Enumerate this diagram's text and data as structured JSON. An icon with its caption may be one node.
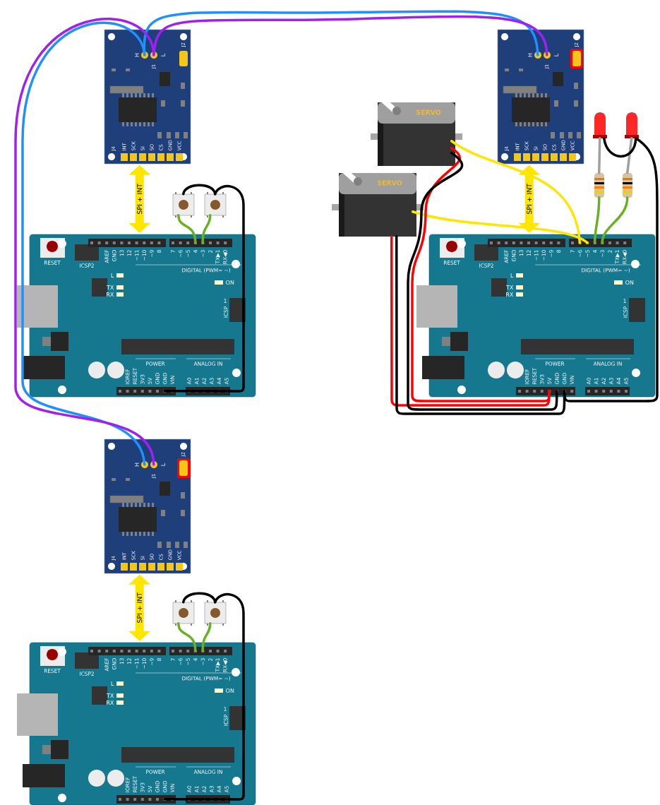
{
  "diagram": {
    "nodes": [
      {
        "text": [
          "H",
          "L",
          "J1",
          "J2",
          "J4",
          "INT",
          "SCK",
          "SI",
          "SO",
          "CS",
          "GND",
          "VCC"
        ]
      },
      {
        "text": [
          "H",
          "L",
          "J1",
          "J2",
          "J4",
          "INT",
          "SCK",
          "SI",
          "SO",
          "CS",
          "GND",
          "VCC"
        ]
      },
      {
        "text": [
          "SERVO"
        ]
      },
      {
        "text": [],
        "shape": "led"
      },
      {
        "text": [],
        "shape": "led"
      },
      {
        "text": [
          "SERVO"
        ]
      },
      {
        "text": [],
        "shape": "button"
      },
      {
        "text": [],
        "shape": "button"
      },
      {
        "text": [],
        "shape": "resistor"
      },
      {
        "text": [],
        "shape": "resistor"
      },
      {
        "text": [
          "RESET",
          "ICSP2",
          "AREF",
          "GND",
          "13",
          "12",
          "~11",
          "~10",
          "~9",
          "8",
          "7",
          "~6",
          "~5",
          "4",
          "~3",
          "2",
          "TX▶1",
          "RX◀0",
          "DIGITAL (PWM= ~)",
          "L",
          "TX",
          "RX",
          "ON",
          "1",
          "ICSP",
          "POWER",
          "ANALOG IN",
          "IOREF",
          "RESET",
          "3V3",
          "5V",
          "GND",
          "GND",
          "VIN",
          "A0",
          "A1",
          "A2",
          "A3",
          "A4",
          "A5"
        ]
      },
      {
        "text": [
          "RESET",
          "ICSP2",
          "AREF",
          "GND",
          "13",
          "12",
          "~11",
          "~10",
          "~9",
          "8",
          "7",
          "~6",
          "~5",
          "4",
          "~3",
          "2",
          "TX▶1",
          "RX◀0",
          "DIGITAL (PWM= ~)",
          "L",
          "TX",
          "RX",
          "ON",
          "1",
          "ICSP",
          "POWER",
          "ANALOG IN",
          "IOREF",
          "RESET",
          "3V3",
          "5V",
          "GND",
          "GND",
          "VIN",
          "A0",
          "A1",
          "A2",
          "A3",
          "A4",
          "A5"
        ]
      },
      {
        "text": [
          "H",
          "L",
          "J1",
          "J2",
          "J4",
          "INT",
          "SCK",
          "SI",
          "SO",
          "CS",
          "GND",
          "VCC"
        ]
      },
      {
        "text": [],
        "shape": "button"
      },
      {
        "text": [],
        "shape": "button"
      },
      {
        "text": [
          "RESET",
          "ICSP2",
          "AREF",
          "GND",
          "13",
          "12",
          "~11",
          "~10",
          "~9",
          "8",
          "7",
          "~6",
          "~5",
          "4",
          "~3",
          "2",
          "TX▶1",
          "RX◀0",
          "DIGITAL (PWM= ~)",
          "L",
          "TX",
          "RX",
          "ON",
          "1",
          "ICSP",
          "POWER",
          "ANALOG IN",
          "IOREF",
          "RESET",
          "3V3",
          "5V",
          "GND",
          "GND",
          "VIN",
          "A0",
          "A1",
          "A2",
          "A3",
          "A4",
          "A5"
        ]
      }
    ],
    "edges": [
      {
        "from": 0,
        "to": 1,
        "arrow": "none",
        "color": "#1e90ff"
      },
      {
        "from": 0,
        "to": 1,
        "arrow": "none",
        "color": "#a020f0"
      },
      {
        "from": 0,
        "to": 12,
        "arrow": "none",
        "color": "#1e90ff"
      },
      {
        "from": 0,
        "to": 12,
        "arrow": "none",
        "color": "#a020f0"
      },
      {
        "from": 0,
        "to": 10,
        "arrow": "both",
        "label": "SPI + INT",
        "style": "thick",
        "color": "#ffe600"
      },
      {
        "from": 1,
        "to": 11,
        "arrow": "both",
        "label": "SPI + INT",
        "style": "thick",
        "color": "#ffe600"
      },
      {
        "from": 12,
        "to": 15,
        "arrow": "both",
        "label": "SPI + INT",
        "style": "thick",
        "color": "#ffe600"
      },
      {
        "from": 6,
        "to": 10,
        "arrow": "none",
        "color": "#6ab023"
      },
      {
        "from": 7,
        "to": 10,
        "arrow": "none",
        "color": "#6ab023"
      },
      {
        "from": 6,
        "to": 7,
        "arrow": "none"
      },
      {
        "from": 7,
        "to": 10,
        "arrow": "none"
      },
      {
        "from": 13,
        "to": 15,
        "arrow": "none",
        "color": "#6ab023"
      },
      {
        "from": 14,
        "to": 15,
        "arrow": "none",
        "color": "#6ab023"
      },
      {
        "from": 13,
        "to": 14,
        "arrow": "none"
      },
      {
        "from": 14,
        "to": 15,
        "arrow": "none"
      },
      {
        "from": 2,
        "to": 11,
        "arrow": "none",
        "color": "#ffe600"
      },
      {
        "from": 5,
        "to": 11,
        "arrow": "none",
        "color": "#ffe600"
      },
      {
        "from": 2,
        "to": 11,
        "arrow": "none",
        "color": "#ff0000"
      },
      {
        "from": 5,
        "to": 11,
        "arrow": "none",
        "color": "#ff0000"
      },
      {
        "from": 2,
        "to": 11,
        "arrow": "none"
      },
      {
        "from": 5,
        "to": 11,
        "arrow": "none"
      },
      {
        "from": 3,
        "to": 8,
        "arrow": "none",
        "color": "#a0a0a0"
      },
      {
        "from": 4,
        "to": 9,
        "arrow": "none",
        "color": "#a0a0a0"
      },
      {
        "from": 8,
        "to": 11,
        "arrow": "none",
        "color": "#6ab023"
      },
      {
        "from": 9,
        "to": 11,
        "arrow": "none",
        "color": "#6ab023"
      },
      {
        "from": 3,
        "to": 4,
        "arrow": "none"
      },
      {
        "from": 4,
        "to": 11,
        "arrow": "none"
      }
    ]
  }
}
